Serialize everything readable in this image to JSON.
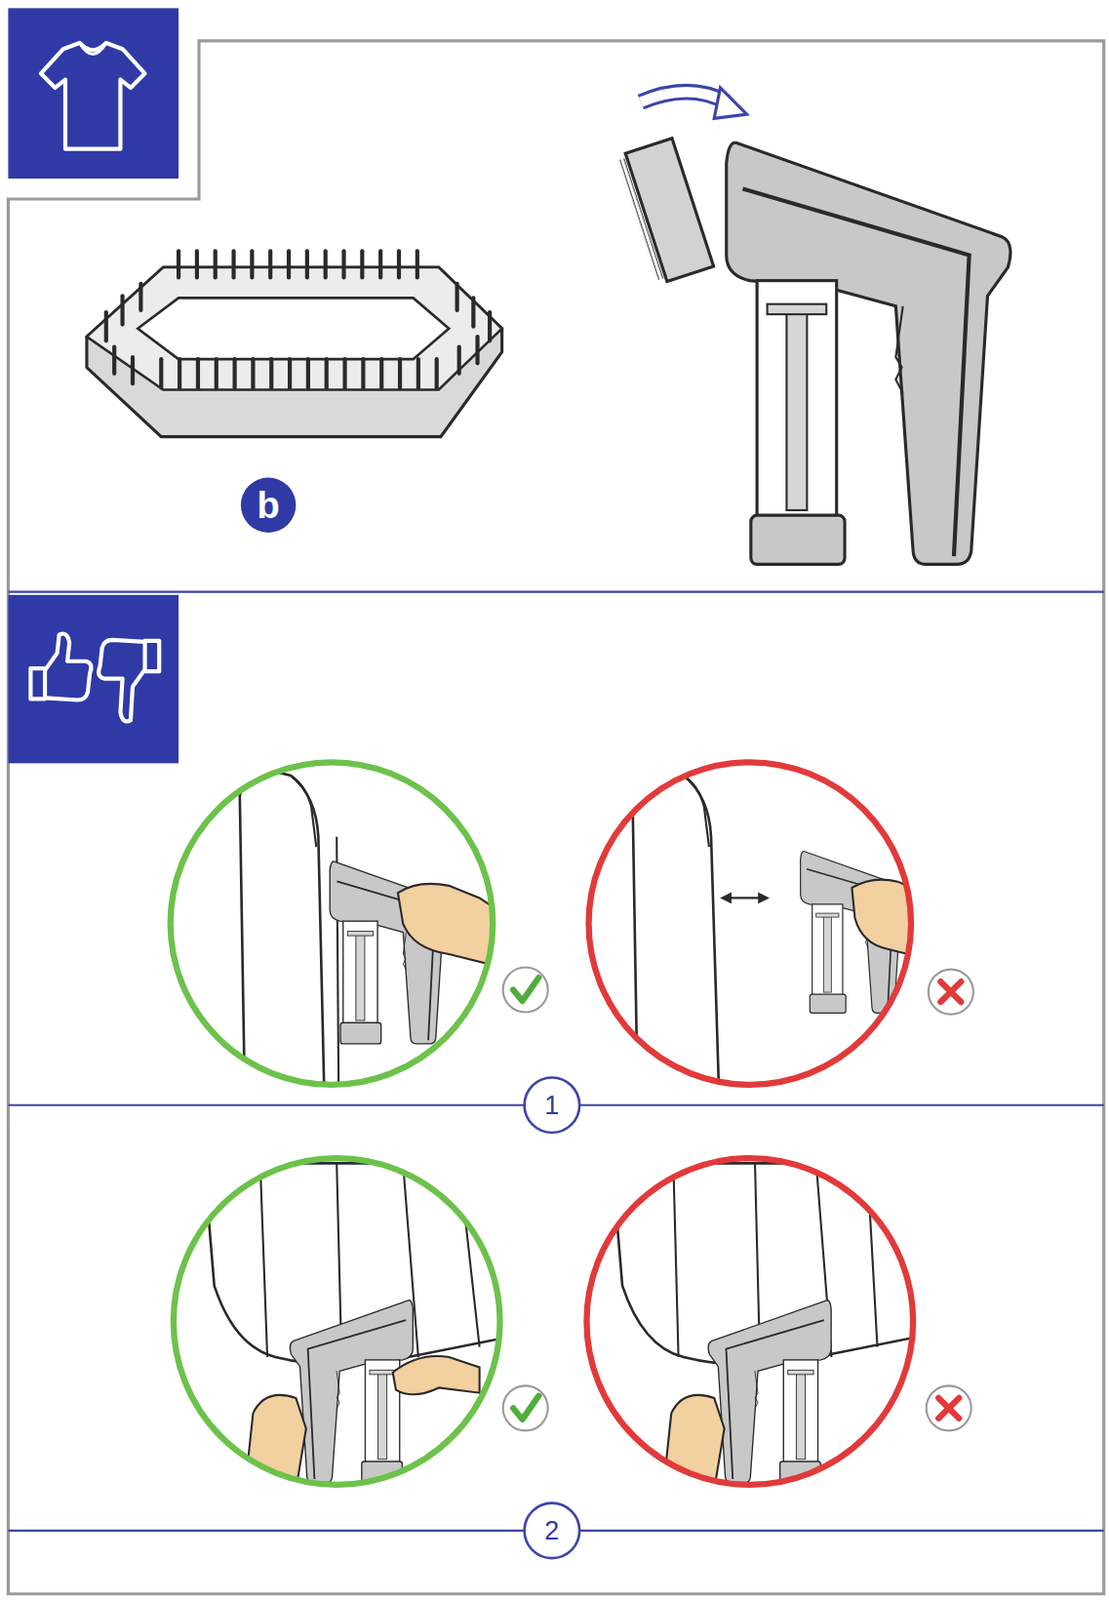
{
  "diagram": {
    "labels": [
      "b",
      "1",
      "2"
    ]
  }
}
